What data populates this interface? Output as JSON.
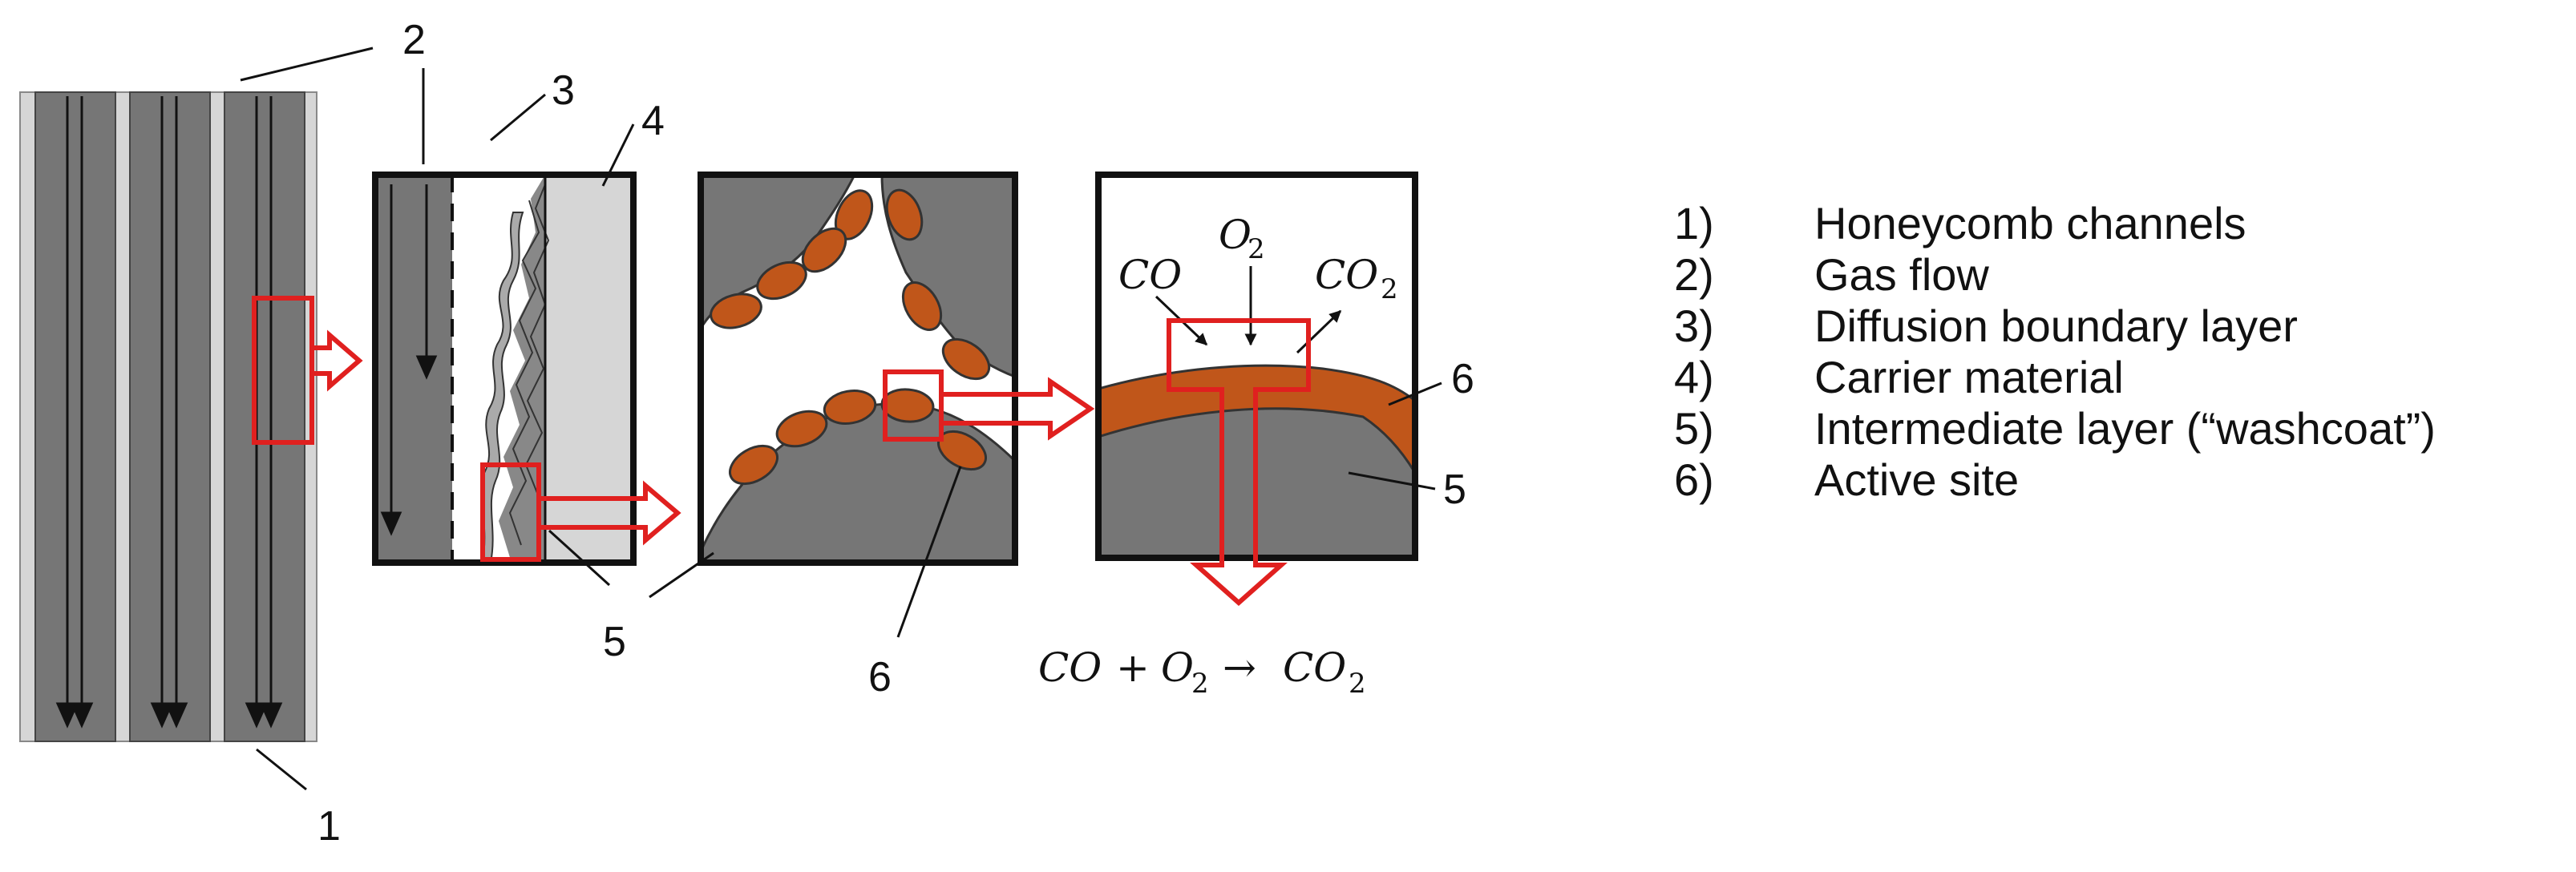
{
  "legend": [
    {
      "num": "1)",
      "text": "Honeycomb channels"
    },
    {
      "num": "2)",
      "text": "Gas flow"
    },
    {
      "num": "3)",
      "text": "Diffusion boundary layer"
    },
    {
      "num": "4)",
      "text": "Carrier material"
    },
    {
      "num": "5)",
      "text": "Intermediate layer (“washcoat”)"
    },
    {
      "num": "6)",
      "text": "Active site"
    }
  ],
  "callouts": {
    "one": "1",
    "two": "2",
    "three": "3",
    "four": "4",
    "five_a": "5",
    "five_b": "5",
    "six_a": "6",
    "six_b": "6"
  },
  "species": {
    "co": "CO",
    "o2_base": "O",
    "o2_sub": "2",
    "co2_base": "CO",
    "co2_sub": "2"
  },
  "reaction": {
    "co": "CO",
    "plus": "+",
    "o_base": "O",
    "o_sub": "2",
    "arrow": "→",
    "co2_base": "CO",
    "co2_sub": "2"
  },
  "colors": {
    "channel_gray": "#767676",
    "wall_light": "#d6d6d6",
    "highlight_red": "#e0201f",
    "active_site_orange": "#c0561a"
  }
}
